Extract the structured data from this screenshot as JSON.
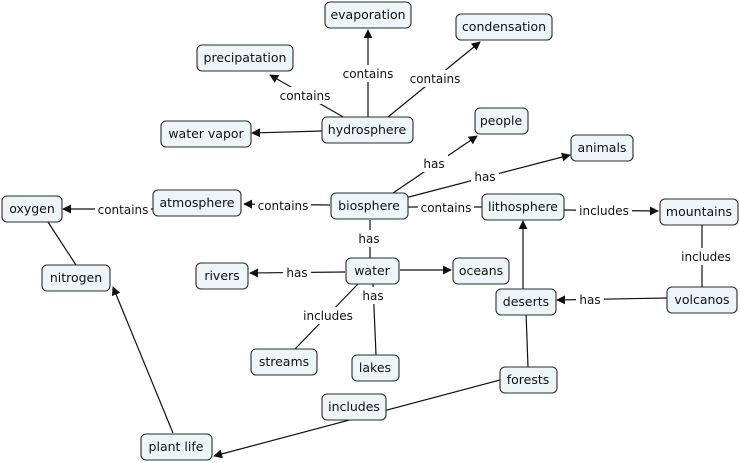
{
  "concepts": {
    "evaporation": "evaporation",
    "condensation": "condensation",
    "precipatation": "precipatation",
    "people": "people",
    "water_vapor": "water vapor",
    "hydrosphere": "hydrosphere",
    "animals": "animals",
    "oxygen": "oxygen",
    "atmosphere": "atmosphere",
    "biosphere": "biosphere",
    "lithosphere": "lithosphere",
    "mountains": "mountains",
    "nitrogen": "nitrogen",
    "rivers": "rivers",
    "water": "water",
    "oceans": "oceans",
    "deserts": "deserts",
    "volcanos": "volcanos",
    "streams": "streams",
    "lakes": "lakes",
    "forests": "forests",
    "plant_life": "plant life"
  },
  "linking_phrases": {
    "hydro_evaporation": "contains",
    "hydro_condensation": "contains",
    "hydro_precipatation": "contains",
    "bio_people": "has",
    "bio_animals": "has",
    "atmo_oxygen": "contains",
    "bio_atmosphere": "contains",
    "bio_lithosphere": "contains",
    "litho_mountains": "includes",
    "mountains_volcanos": "includes",
    "bio_water": "has",
    "water_rivers": "has",
    "water_streams": "includes",
    "water_lakes": "has",
    "volcanos_deserts": "has",
    "forests_plantlife": "includes"
  }
}
